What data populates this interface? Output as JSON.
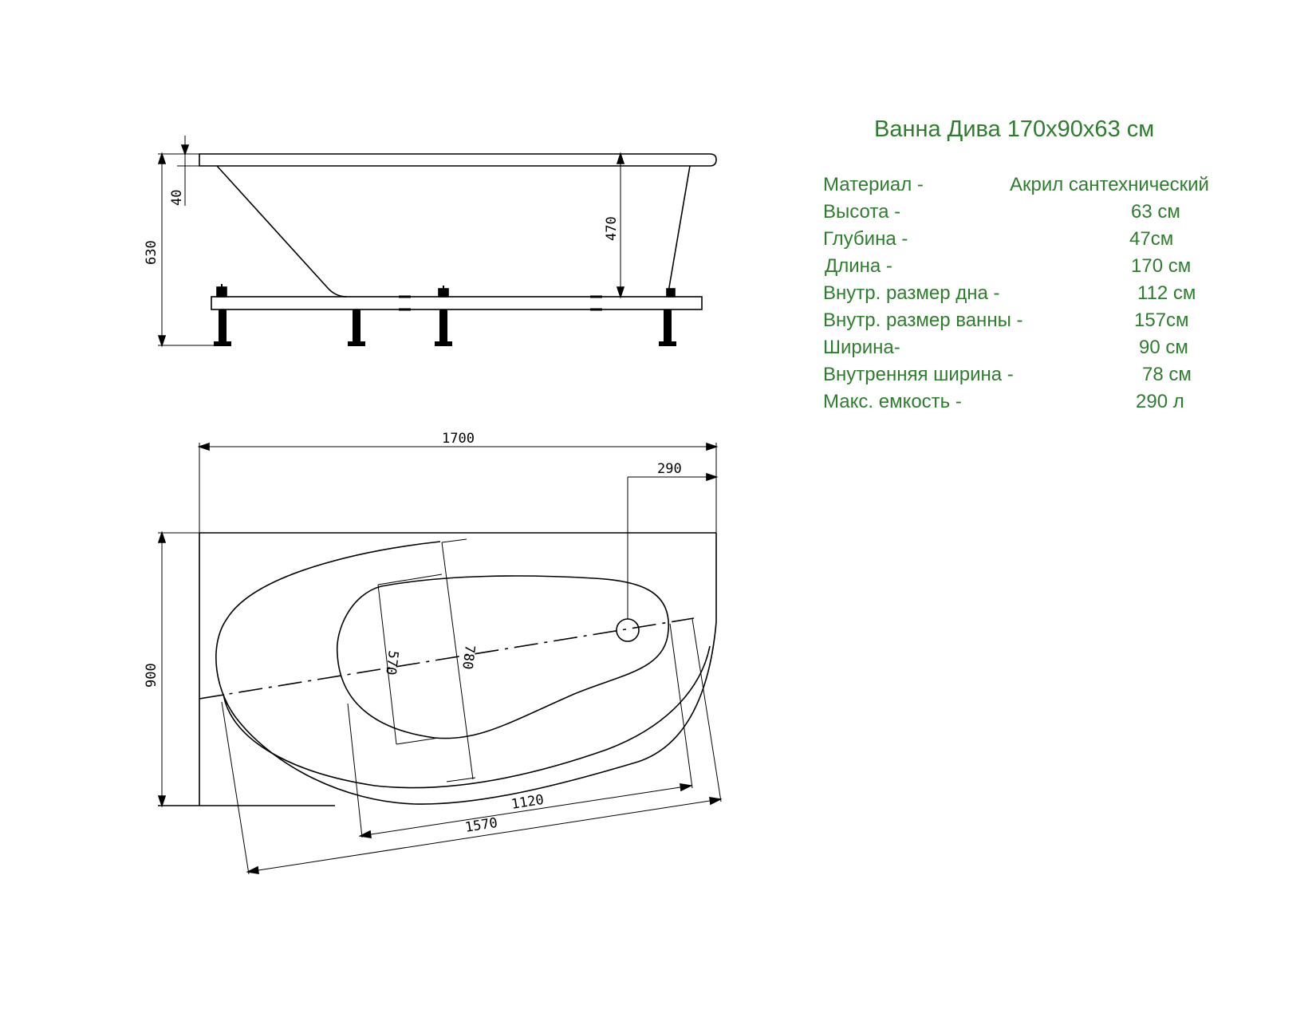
{
  "colors": {
    "line": "#000000",
    "spec_text": "#2e7d2e"
  },
  "spec": {
    "title": "Ванна Дива  170x90x63 см",
    "rows": [
      {
        "label": "Материал -",
        "value": "Акрил сантехнический"
      },
      {
        "label": "Высота -",
        "value": "63 см"
      },
      {
        "label": "Глубина -",
        "value": "47см"
      },
      {
        "label": "Длина -",
        "value": "170 см"
      },
      {
        "label": "Внутр. размер дна -",
        "value": "112 см"
      },
      {
        "label": "Внутр. размер ванны -",
        "value": "157см"
      },
      {
        "label": "Ширина-",
        "value": "90 см"
      },
      {
        "label": "Внутренняя ширина -",
        "value": "78 см"
      },
      {
        "label": "Макс. емкость -",
        "value": "290 л"
      }
    ]
  },
  "dimensions": {
    "rim": "40",
    "height": "630",
    "depth": "470",
    "length": "1700",
    "drain_offset": "290",
    "width": "900",
    "inner_width_bottom": "570",
    "inner_width": "780",
    "bottom_length": "1120",
    "inner_length": "1570"
  }
}
